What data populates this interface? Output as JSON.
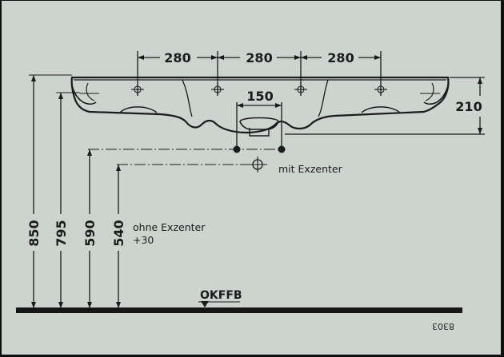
{
  "drawing": {
    "dims_top": [
      "280",
      "280",
      "280"
    ],
    "dim_drain_width": "150",
    "dim_height_right": "210",
    "heights_left": [
      "850",
      "795",
      "590",
      "540"
    ],
    "note_with_eccentric": "mit Exzenter",
    "note_without_eccentric": "ohne Exzenter",
    "note_offset": "+30",
    "floor_label": "OKFFB",
    "drawing_code": "8303"
  },
  "colors": {
    "paper": "#cdd3ce",
    "ink": "#1b1b1b",
    "frame": "#0f0f0f"
  }
}
